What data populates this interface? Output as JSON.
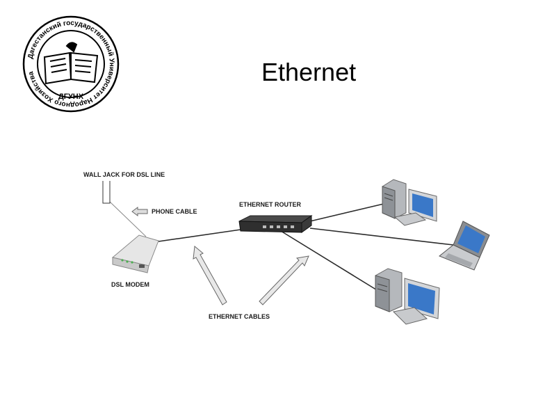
{
  "slide": {
    "title": "Ethernet"
  },
  "logo": {
    "ring_text": "Дагестанский государственный Университет Народного Хозяйства",
    "abbrev": "ДГУНХ"
  },
  "diagram": {
    "labels": {
      "wall_jack": "WALL JACK FOR DSL LINE",
      "phone_cable": "PHONE CABLE",
      "ethernet_router": "ETHERNET ROUTER",
      "dsl_modem": "DSL MODEM",
      "ethernet_cables": "ETHERNET CABLES"
    },
    "devices": {
      "wall_jack": "wall-jack-icon",
      "dsl_modem": "dsl-modem-icon",
      "router": "router-icon",
      "desktop_top": "desktop-computer-icon",
      "laptop": "laptop-icon",
      "desktop_bottom": "desktop-computer-icon"
    },
    "colors": {
      "cable": "#2b2b2b",
      "device_gray": "#9aa0a6",
      "screen_blue": "#3a78c8"
    }
  }
}
